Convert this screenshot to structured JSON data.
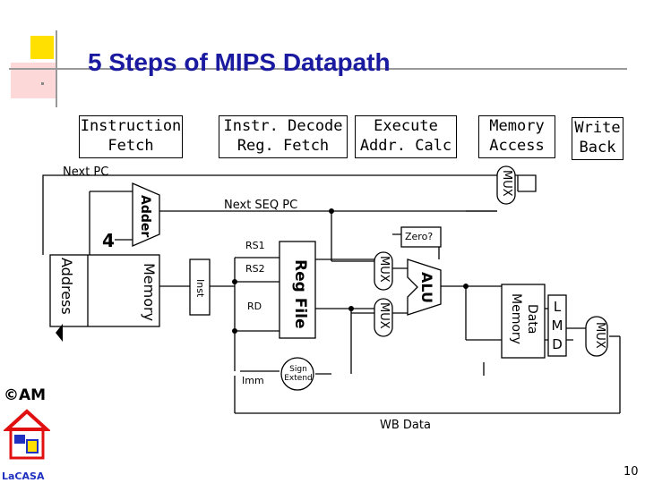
{
  "slide": {
    "title": "5 Steps of MIPS Datapath",
    "page_number": "10",
    "copyright": "©AM",
    "logo_text": "LaCASA"
  },
  "stages": [
    {
      "line1": "Instruction",
      "line2": "Fetch"
    },
    {
      "line1": "Instr. Decode",
      "line2": "Reg. Fetch"
    },
    {
      "line1": "Execute",
      "line2": "Addr. Calc"
    },
    {
      "line1": "Memory",
      "line2": "Access"
    },
    {
      "line1": "Write",
      "line2": "Back"
    }
  ],
  "labels": {
    "next_pc": "Next PC",
    "next_seq_pc": "Next SEQ PC",
    "adder": "Adder",
    "four": "4",
    "address": "Address",
    "memory": "Memory",
    "inst": "Inst",
    "rs1": "RS1",
    "rs2": "RS2",
    "rd": "RD",
    "imm": "Imm",
    "reg_file": "Reg File",
    "sign_extend_1": "Sign",
    "sign_extend_2": "Extend",
    "zero": "Zero?",
    "alu": "ALU",
    "mux": "MUX",
    "data_memory_1": "Data",
    "data_memory_2": "Memory",
    "lmd_1": "L",
    "lmd_2": "M",
    "lmd_3": "D",
    "wb_data": "WB Data"
  },
  "colors": {
    "title": "#1a1aa0",
    "accent_yellow": "#ffe000",
    "accent_red": "#e01010",
    "logo_blue": "#2030c0"
  }
}
